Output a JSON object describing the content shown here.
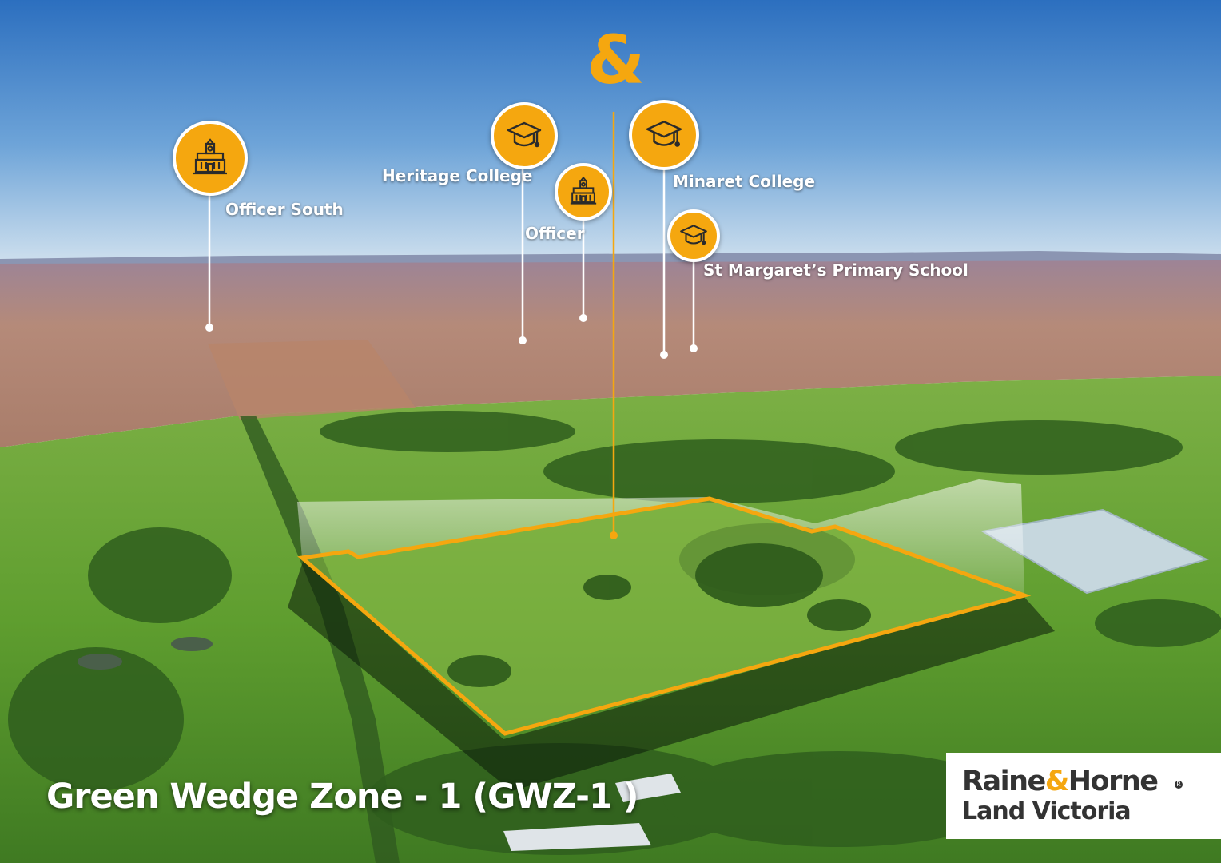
{
  "title": "Green Wedge Zone - 1 (GWZ-1 )",
  "brand": {
    "line1_left": "Raine",
    "line1_amp": "&",
    "line1_right": "Horne",
    "line2": "Land Victoria",
    "accent_color": "#f5a70f",
    "text_color": "#333333"
  },
  "marker_symbol": "&",
  "places": [
    {
      "label": "Officer South",
      "icon": "town-hall-icon"
    },
    {
      "label": "Heritage College",
      "icon": "graduation-cap-icon"
    },
    {
      "label": "Officer",
      "icon": "town-hall-icon"
    },
    {
      "label": "Minaret College",
      "icon": "graduation-cap-icon"
    },
    {
      "label": "St Margaret’s Primary School",
      "icon": "graduation-cap-icon"
    }
  ],
  "colors": {
    "sky_top": "#2f78c6",
    "sky_horizon": "#c9dced",
    "suburbs": "#b58a79",
    "pasture": "#6fae3a",
    "boundary": "#f5a70f"
  }
}
